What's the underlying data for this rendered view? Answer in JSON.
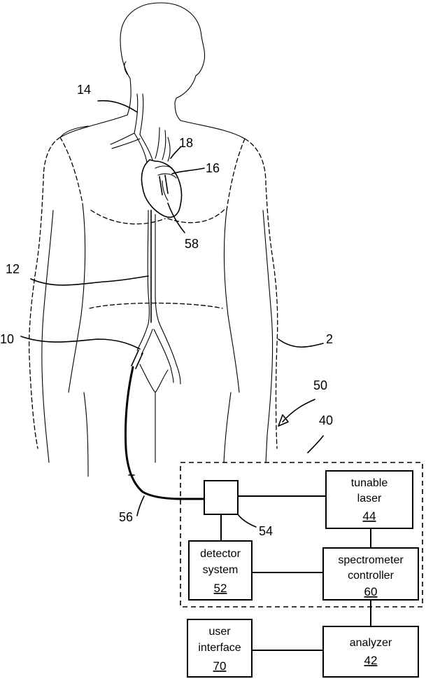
{
  "labels": {
    "ref_2": "2",
    "ref_10": "10",
    "ref_12": "12",
    "ref_14": "14",
    "ref_16": "16",
    "ref_18": "18",
    "ref_40": "40",
    "ref_50": "50",
    "ref_54": "54",
    "ref_56": "56",
    "ref_58": "58"
  },
  "blocks": {
    "tunable_laser": {
      "line1": "tunable",
      "line2": "laser",
      "num": "44"
    },
    "spectrometer_controller": {
      "line1": "spectrometer",
      "line2": "controller",
      "num": "60"
    },
    "detector_system": {
      "line1": "detector",
      "line2": "system",
      "num": "52"
    },
    "user_interface": {
      "line1": "user",
      "line2": "interface",
      "num": "70"
    },
    "analyzer": {
      "line1": "analyzer",
      "num": "42"
    }
  }
}
